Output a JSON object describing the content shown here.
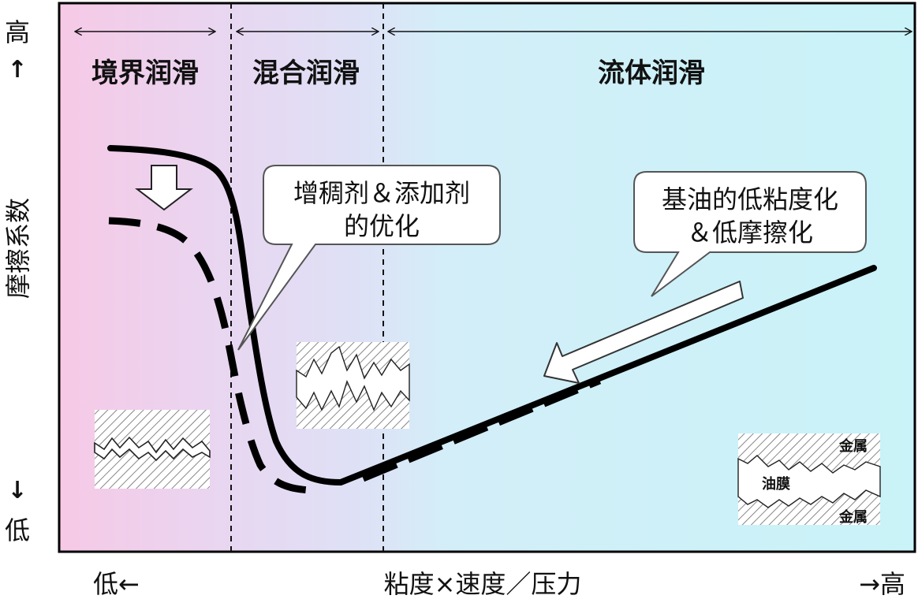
{
  "y_axis": {
    "high": "高",
    "low": "低",
    "arrow_up": "↑",
    "arrow_down": "↓",
    "label": "摩擦系数"
  },
  "x_axis": {
    "low": "低←",
    "label": "粘度×速度／压力",
    "high": "→高"
  },
  "regions": [
    {
      "name": "境界润滑",
      "color": "#f2cde8"
    },
    {
      "name": "混合润滑",
      "color": "#dcdcf4"
    },
    {
      "name": "流体润滑",
      "color": "#cdf3f8"
    }
  ],
  "callouts": {
    "thickener": {
      "line1": "增稠剂＆添加剂",
      "line2": "的优化"
    },
    "base_oil": {
      "line1": "基油的低粘度化",
      "line2": "＆低摩擦化"
    }
  },
  "film_diagram": {
    "metal_top": "金属",
    "oil_film": "油膜",
    "metal_bottom": "金属"
  },
  "colors": {
    "curve": "#000000",
    "frame": "#000000",
    "callout_border": "#555555"
  }
}
